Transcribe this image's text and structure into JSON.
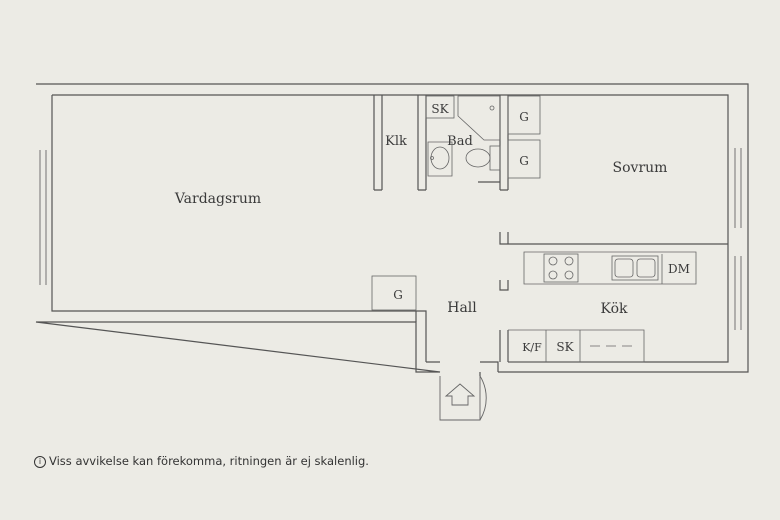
{
  "rooms": {
    "vardagsrum": "Vardagsrum",
    "klk": "Klk",
    "bad": "Bad",
    "sovrum": "Sovrum",
    "hall": "Hall",
    "kok": "Kök"
  },
  "fixtures": {
    "sk_bad": "SK",
    "g_top": "G",
    "g_mid": "G",
    "g_hall": "G",
    "dm": "DM",
    "kf": "K/F",
    "sk_kok": "SK"
  },
  "disclaimer": {
    "icon": "info-icon",
    "text": "Viss avvikelse kan förekomma, ritningen är ej skalenlig."
  }
}
